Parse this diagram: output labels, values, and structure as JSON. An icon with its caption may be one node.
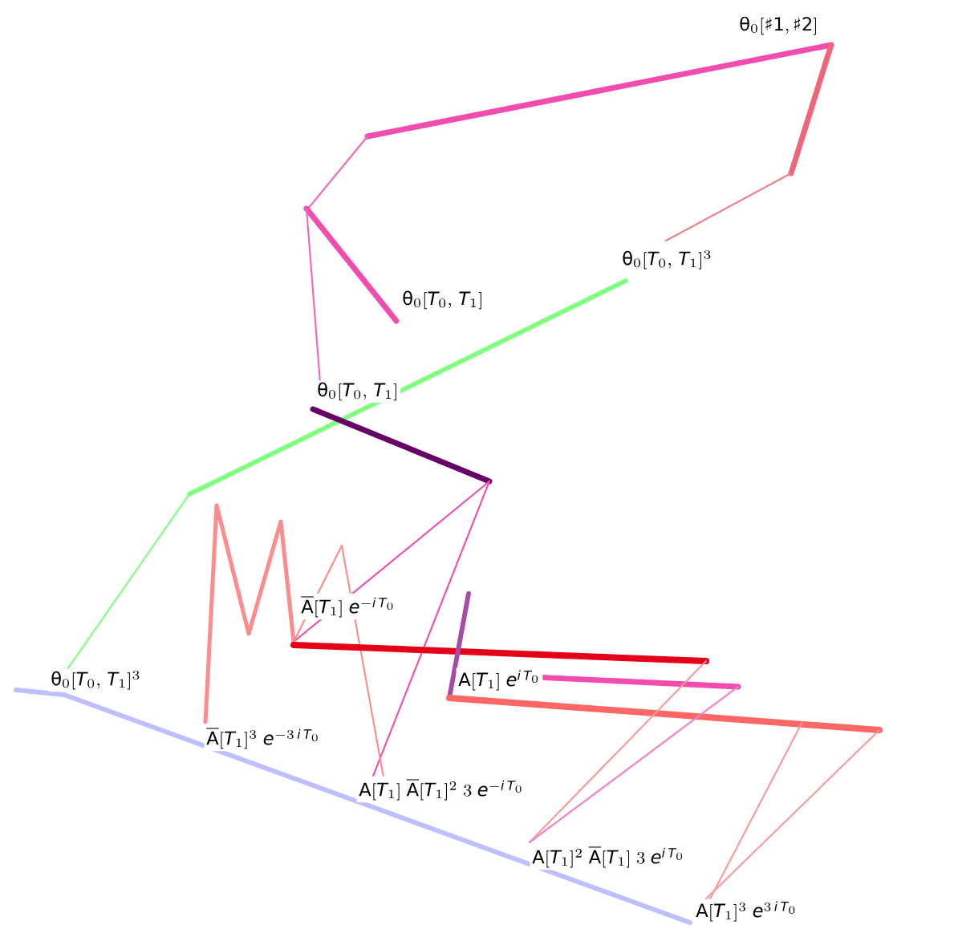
{
  "diagram": {
    "labels": [
      "\\mathrm{θ}_0[\\mathrm{♯1, ♯2}]",
      "\\mathrm{θ}_0[\\mathit{T}_0,\\, \\mathit{T}_1]^3",
      "\\mathrm{θ}_0[\\mathit{T}_0,\\, \\mathit{T}_1]",
      "\\mathrm{θ}_0[\\mathit{T}_0,\\, \\mathit{T}_1]",
      "\\overline{\\mathrm{A}}[\\mathit{T}_1]\\; \\mathit{e}^{-\\mathit{i}\\, \\mathit{T}_0}",
      "\\mathrm{θ}_0[\\mathit{T}_0,\\, \\mathit{T}_1]^3",
      "\\mathrm{A}[\\mathit{T}_1]\\; \\mathit{e}^{\\mathit{i}\\, \\mathit{T}_0}",
      "\\overline{\\mathrm{A}}[\\mathit{T}_1]^3\\; \\mathit{e}^{-3\\, \\mathit{i}\\, \\mathit{T}_0}",
      "\\mathrm{A}[\\mathit{T}_1]\\; \\overline{\\mathrm{A}}[\\mathit{T}_1]^2\\; 3\\; \\mathit{e}^{-\\mathit{i}\\, \\mathit{T}_0}",
      "\\mathrm{A}[\\mathit{T}_1]^2\\; \\overline{\\mathrm{A}}[\\mathit{T}_1]\\; 3\\; \\mathit{e}^{\\mathit{i}\\, \\mathit{T}_0}",
      "\\mathrm{A}[\\mathit{T}_1]^3\\; \\mathit{e}^{3\\, \\mathit{i}\\, \\mathit{T}_0}"
    ]
  }
}
